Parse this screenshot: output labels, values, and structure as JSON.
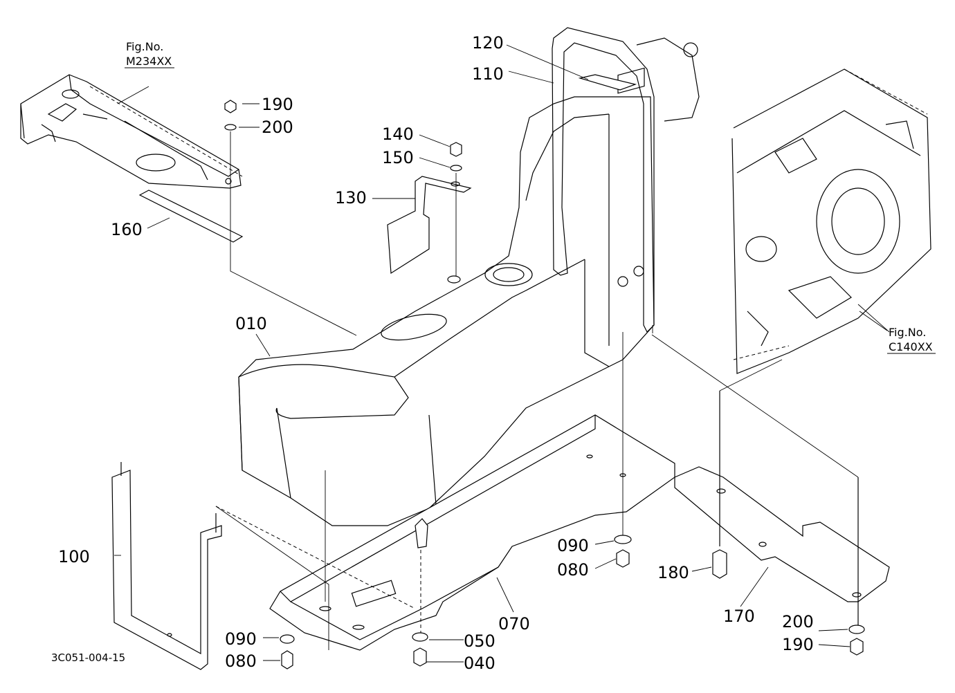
{
  "figure_refs": [
    {
      "id": "m234",
      "line1": "Fig.No.",
      "line2": "M234XX"
    },
    {
      "id": "c140",
      "line1": "Fig.No.",
      "line2": "C140XX"
    }
  ],
  "parts": {
    "p010": "010",
    "p040": "040",
    "p050": "050",
    "p070": "070",
    "p080a": "080",
    "p080b": "080",
    "p090a": "090",
    "p090b": "090",
    "p100": "100",
    "p110": "110",
    "p120": "120",
    "p130": "130",
    "p140": "140",
    "p150": "150",
    "p160": "160",
    "p170": "170",
    "p180": "180",
    "p190a": "190",
    "p190b": "190",
    "p200a": "200",
    "p200b": "200"
  },
  "doc_code": "3C051-004-15"
}
